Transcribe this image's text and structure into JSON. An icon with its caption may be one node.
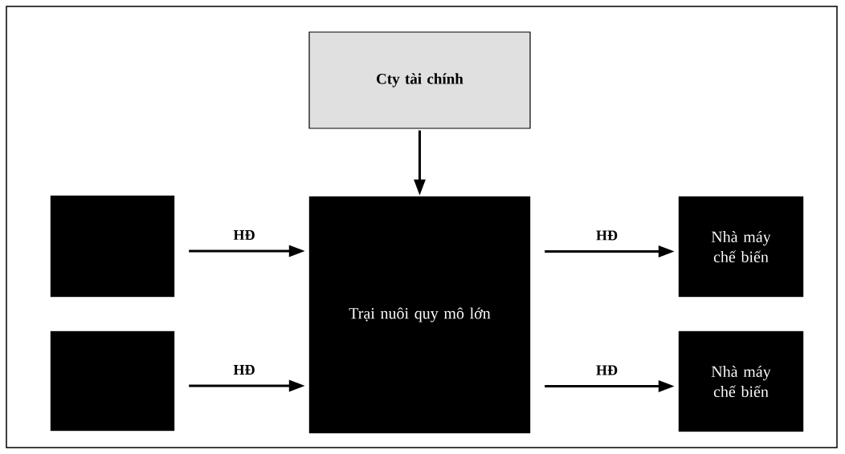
{
  "diagram": {
    "nodes": [
      {
        "text": [
          "Cty tài chính"
        ]
      },
      {
        "text": [],
        "shape": "box"
      },
      {
        "text": [],
        "shape": "box"
      },
      {
        "text": [
          "Trại nuôi quy mô lớn"
        ]
      },
      {
        "text": [
          "Nhà máy chế biến"
        ]
      },
      {
        "text": [
          "Nhà máy chế biến"
        ]
      }
    ],
    "edges": [
      {
        "from": 0,
        "to": 3,
        "arrow": "to"
      },
      {
        "from": 1,
        "to": 3,
        "arrow": "to",
        "label": "HĐ"
      },
      {
        "from": 2,
        "to": 3,
        "arrow": "to",
        "label": "HĐ"
      },
      {
        "from": 3,
        "to": 4,
        "arrow": "to",
        "label": "HĐ"
      },
      {
        "from": 3,
        "to": 5,
        "arrow": "to",
        "label": "HĐ"
      }
    ]
  }
}
